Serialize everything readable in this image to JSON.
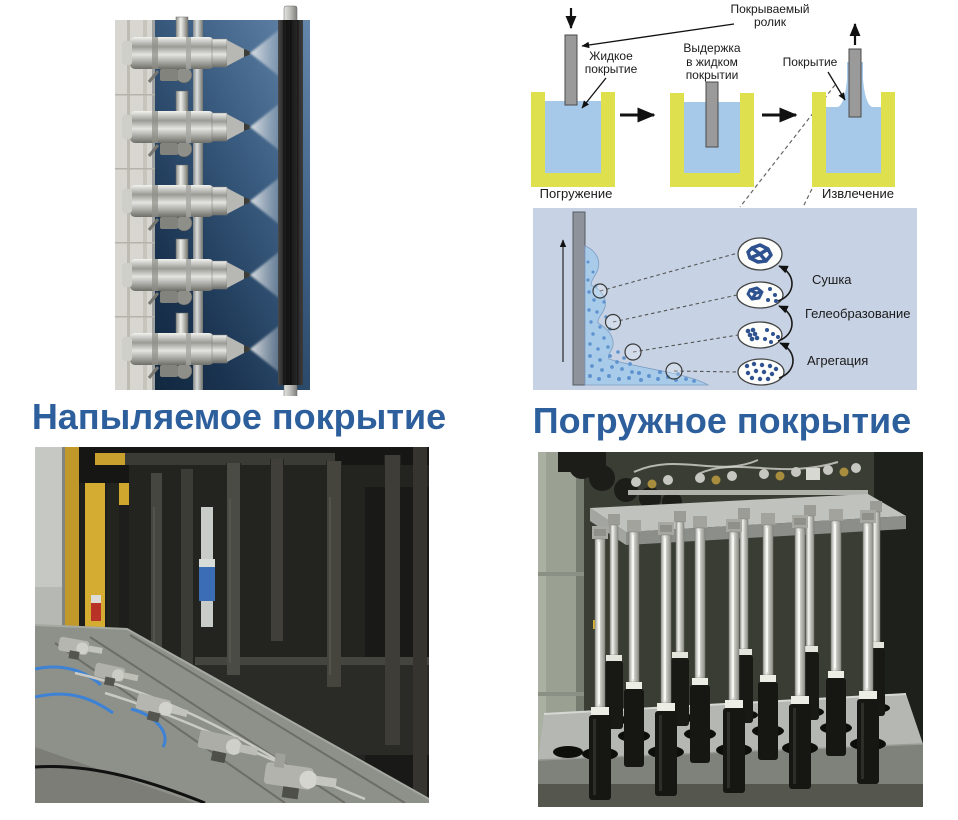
{
  "colors": {
    "caption": "#2e5f9d",
    "beaker": "#dfe04d",
    "liquid": "#a6c9e9",
    "rod": "#9a9a9a",
    "panel": "#c7d3e4",
    "particle": "#2e5190"
  },
  "captions": {
    "spray": "Напыляемое покрытие",
    "dip": "Погружное покрытие"
  },
  "diagram": {
    "roller_label": [
      "Покрываемый",
      "ролик"
    ],
    "liquid_label": [
      "Жидкое",
      "покрытие"
    ],
    "step1": "Погружение",
    "hold_label": [
      "Выдержка",
      "в жидком",
      "покрытии"
    ],
    "coating_label": "Покрытие",
    "step3": "Извлечение",
    "stages": {
      "drying": "Сушка",
      "gelation": "Гелеобразование",
      "aggregation": "Агрегация"
    }
  }
}
